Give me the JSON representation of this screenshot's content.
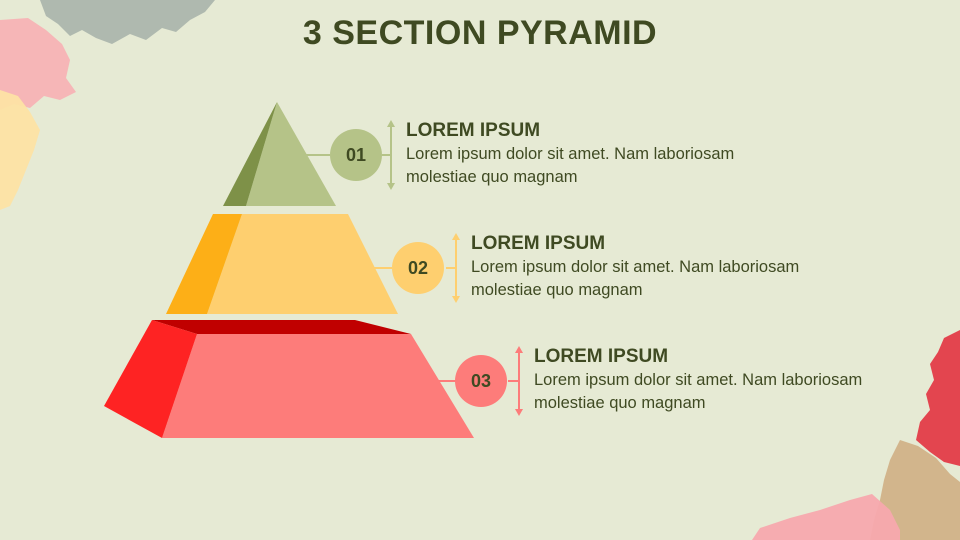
{
  "slide": {
    "title": "3 SECTION PYRAMID"
  },
  "sections": [
    {
      "number": "01",
      "heading": "LOREM IPSUM",
      "text": "Lorem ipsum dolor sit amet. Nam laboriosam molestiae quo magnam",
      "color": "#b5c388"
    },
    {
      "number": "02",
      "heading": "LOREM IPSUM",
      "text": "Lorem ipsum dolor sit amet. Nam laboriosam molestiae quo magnam",
      "color": "#fecf6f"
    },
    {
      "number": "03",
      "heading": "LOREM IPSUM",
      "text": "Lorem ipsum dolor sit amet. Nam laboriosam molestiae quo magnam",
      "color": "#fd7c7a"
    }
  ]
}
